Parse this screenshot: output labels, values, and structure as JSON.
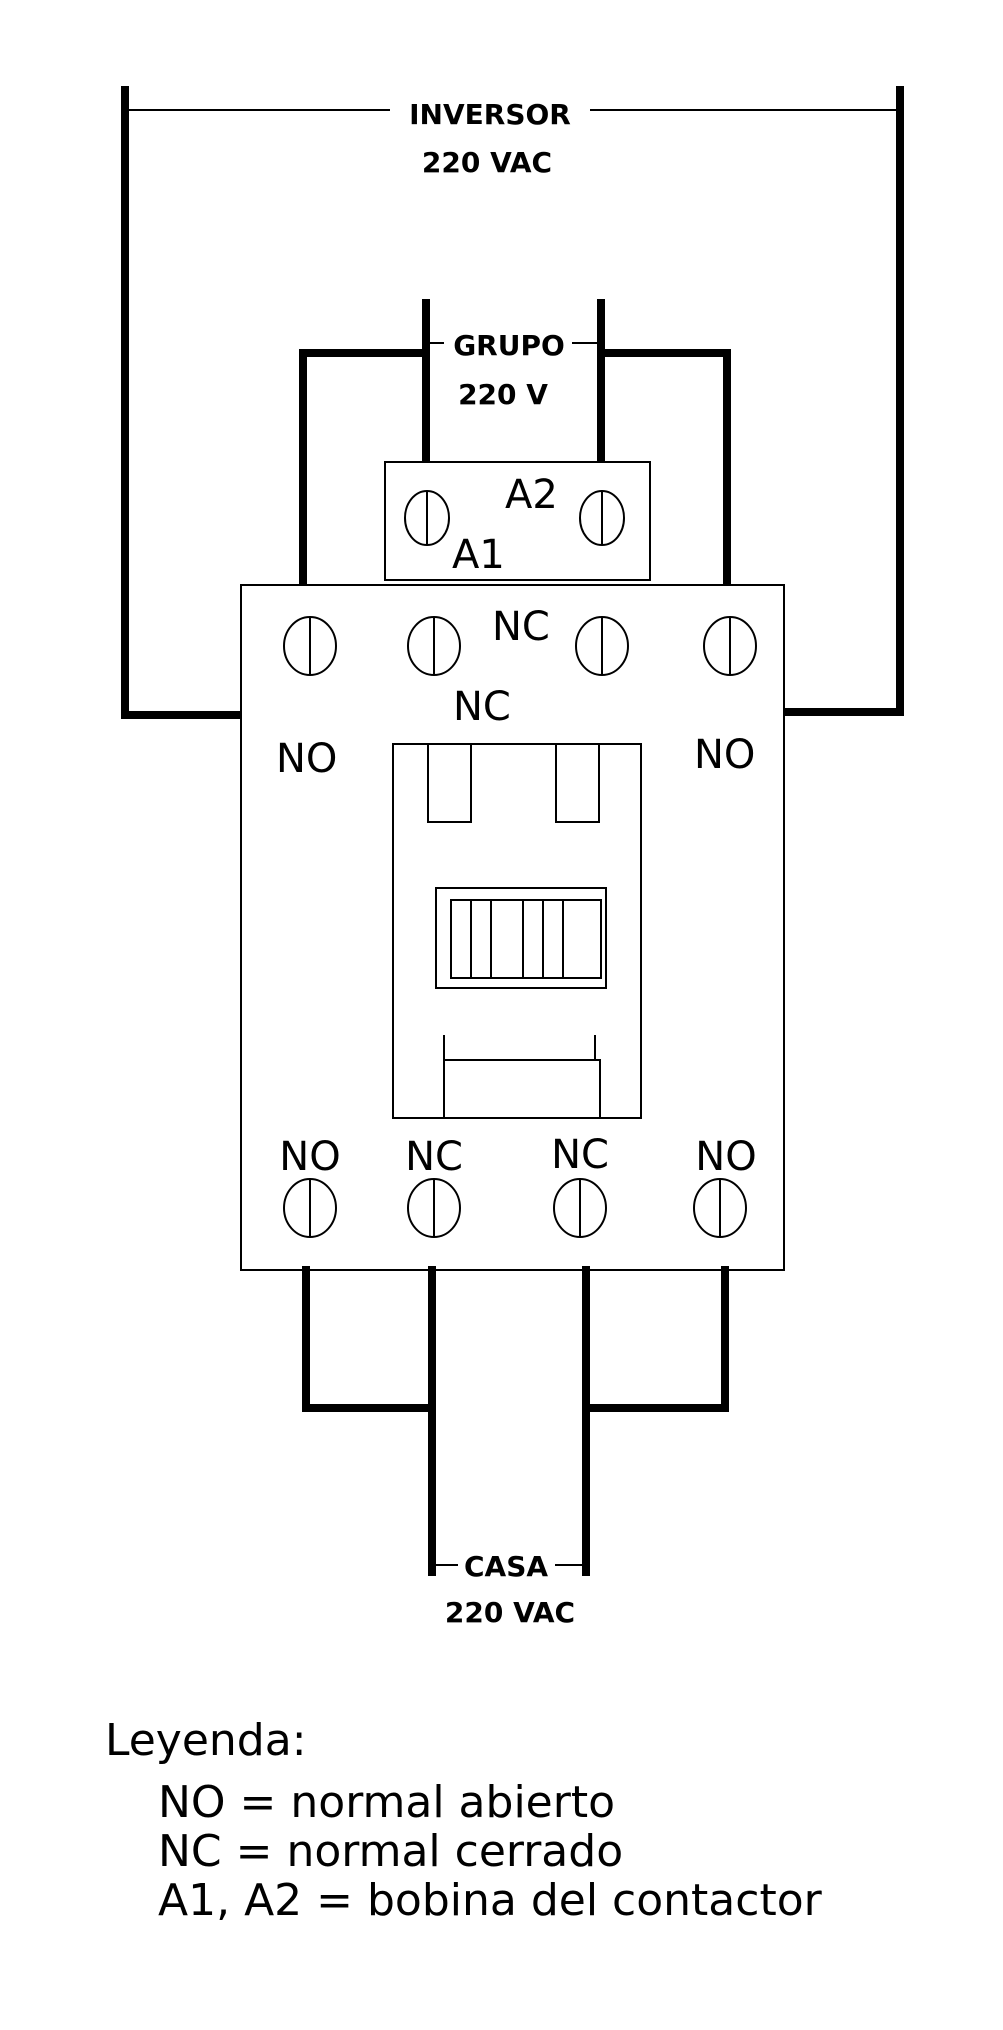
{
  "sources": {
    "inverter": {
      "name": "INVERSOR",
      "voltage": "220 VAC"
    },
    "generator": {
      "name": "GRUPO",
      "voltage": "220 V"
    },
    "load": {
      "name": "CASA",
      "voltage": "220 VAC"
    }
  },
  "coil": {
    "a1": "A1",
    "a2": "A2"
  },
  "contactor_labels": {
    "top_nc_right": "NC",
    "top_nc_left": "NC",
    "top_no_left": "NO",
    "top_no_right": "NO",
    "bottom": [
      "NO",
      "NC",
      "NC",
      "NO"
    ]
  },
  "legend": {
    "title": "Leyenda:",
    "lines": [
      "NO = normal abierto",
      "NC = normal cerrado",
      "A1, A2 = bobina del contactor"
    ]
  }
}
